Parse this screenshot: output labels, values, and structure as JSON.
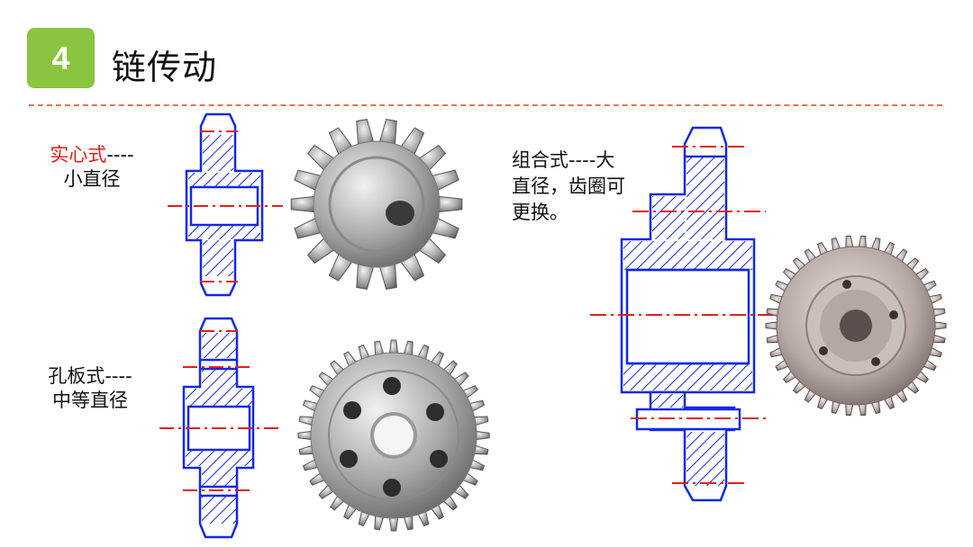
{
  "slide": {
    "number": "4",
    "title": "链传动"
  },
  "sections": {
    "solid": {
      "type_name": "实心式",
      "dashes": "----",
      "desc": "小直径"
    },
    "plate": {
      "type_name": "孔板式",
      "dashes": "----",
      "desc": "中等直径"
    },
    "combo": {
      "line1": "组合式----大",
      "line2": "直径，齿圈可",
      "line3": "更换。"
    }
  },
  "colors": {
    "badge": "#8bc53f",
    "divider": "#e8734a",
    "drawing_line": "#1428e6",
    "centerline": "#e0201b",
    "highlight_text": "#e0201b"
  }
}
